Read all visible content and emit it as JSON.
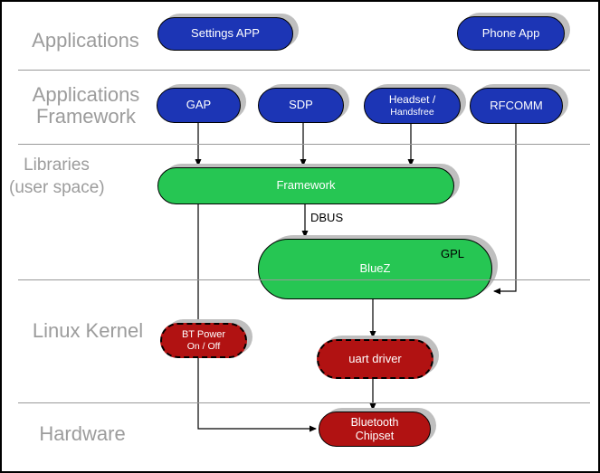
{
  "diagram": {
    "title_hint": "Bluetooth software stack diagram",
    "layers": [
      {
        "label_lines": [
          "Applications"
        ]
      },
      {
        "label_lines": [
          "Applications",
          "Framework"
        ]
      },
      {
        "label_lines": [
          "Libraries",
          "(user space)"
        ]
      },
      {
        "label_lines": [
          "Linux Kernel"
        ]
      },
      {
        "label_lines": [
          "Hardware"
        ]
      }
    ],
    "nodes": {
      "settings_app": {
        "label": "Settings APP"
      },
      "phone_app": {
        "label": "Phone App"
      },
      "gap": {
        "label": "GAP"
      },
      "sdp": {
        "label": "SDP"
      },
      "headset": {
        "line1": "Headset /",
        "line2": "Handsfree"
      },
      "rfcomm": {
        "label": "RFCOMM"
      },
      "framework": {
        "label": "Framework"
      },
      "bluez": {
        "label": "BlueZ",
        "badge": "GPL"
      },
      "bt_power": {
        "line1": "BT Power",
        "line2": "On / Off"
      },
      "uart_driver": {
        "label": "uart driver"
      },
      "bluetooth_chipset": {
        "line1": "Bluetooth",
        "line2": "Chipset"
      }
    },
    "edge_labels": {
      "dbus": "DBUS"
    },
    "colors": {
      "app_blue": "#1C35B5",
      "lib_green": "#26C653",
      "kernel_red": "#B11212",
      "label_gray": "#9C9C9C",
      "separator_gray": "#999999",
      "shadow_gray": "#BFBFBF"
    }
  }
}
